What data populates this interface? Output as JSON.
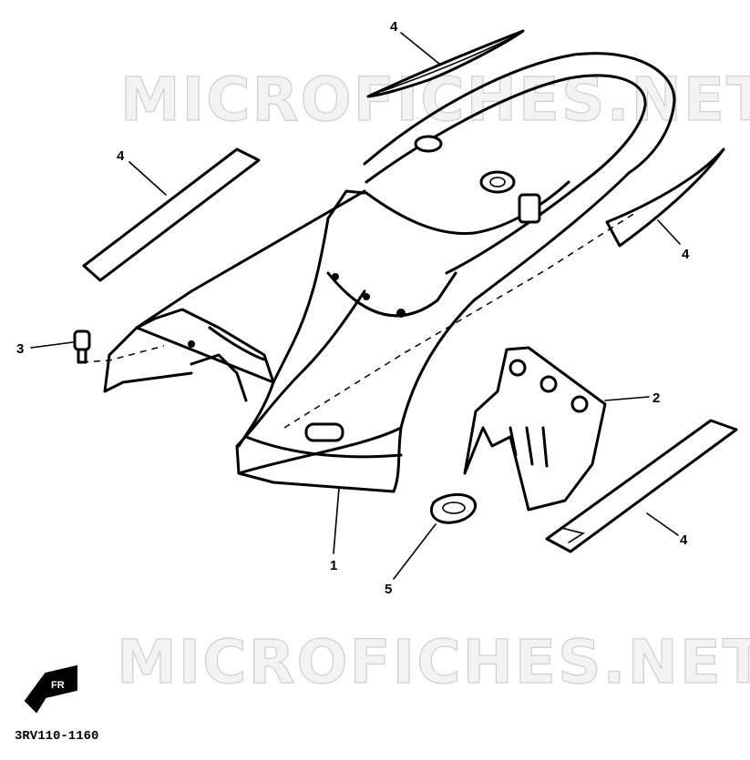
{
  "watermarks": [
    "MICROFICHES.NET",
    "MICROFICHES.NET"
  ],
  "callouts": {
    "part1": "1",
    "part2": "2",
    "part3": "3",
    "part4a": "4",
    "part4b": "4",
    "part4c": "4",
    "part4d": "4",
    "part5": "5"
  },
  "fr_label": "FR",
  "diagram_code": "3RV110-1160"
}
